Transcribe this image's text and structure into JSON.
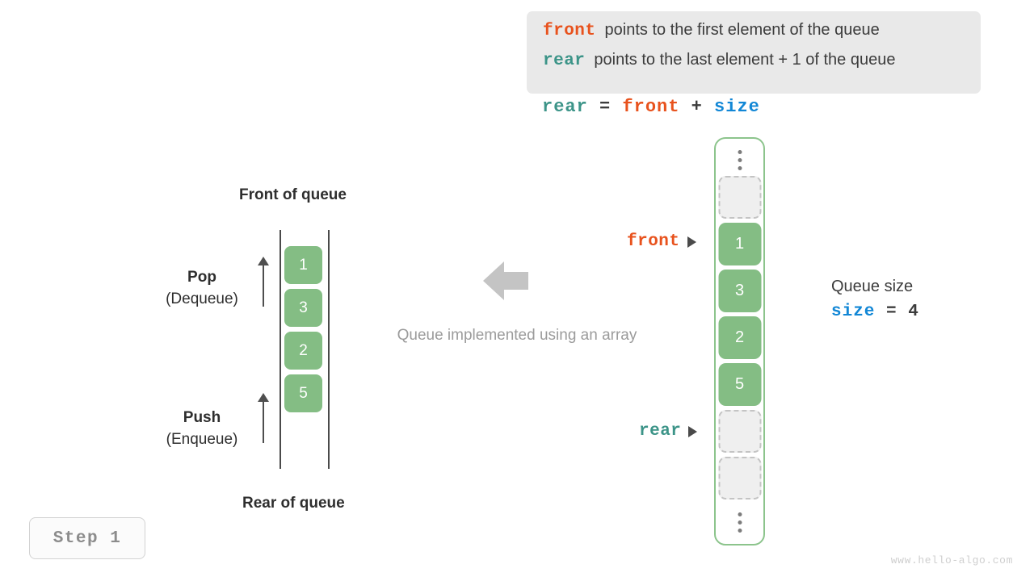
{
  "legend": {
    "rows": [
      {
        "keyword": "front",
        "keyword_color": "#e8521d",
        "text": "points to the first element of the queue"
      },
      {
        "keyword": "rear",
        "keyword_color": "#3c9488",
        "text": "points to the last element + 1 of the queue"
      }
    ],
    "background": "#e9e9e9"
  },
  "formula": {
    "lhs": "rear",
    "eq": "=",
    "rhs1": "front",
    "plus": "+",
    "rhs2": "size"
  },
  "stack": {
    "front_label": "Front of queue",
    "rear_label": "Rear of queue",
    "pop": {
      "title": "Pop",
      "subtitle": "(Dequeue)"
    },
    "push": {
      "title": "Push",
      "subtitle": "(Enqueue)"
    },
    "values": [
      "1",
      "3",
      "2",
      "5"
    ]
  },
  "center": {
    "caption": "Queue implemented using an array",
    "arrow_icon": "arrow-left-icon",
    "arrow_color": "#c4c4c4"
  },
  "array": {
    "top_dots_icon": "vertical-ellipsis-icon",
    "bottom_dots_icon": "vertical-ellipsis-icon",
    "cells": [
      {
        "value": "",
        "state": "empty"
      },
      {
        "value": "1",
        "state": "filled"
      },
      {
        "value": "3",
        "state": "filled"
      },
      {
        "value": "2",
        "state": "filled"
      },
      {
        "value": "5",
        "state": "filled"
      },
      {
        "value": "",
        "state": "empty"
      },
      {
        "value": "",
        "state": "empty"
      }
    ],
    "border_color": "#8cc48c",
    "filled_color": "#84bd84",
    "empty_color": "#efefef"
  },
  "pointers": {
    "front": {
      "label": "front",
      "color": "#e8521d"
    },
    "rear": {
      "label": "rear",
      "color": "#3c9488"
    }
  },
  "queue_size": {
    "title": "Queue size",
    "var": "size",
    "eq": "=",
    "value": "4",
    "var_color": "#1287d6"
  },
  "step_badge": {
    "label": "Step 1"
  },
  "watermark": {
    "text": "www.hello-algo.com"
  }
}
